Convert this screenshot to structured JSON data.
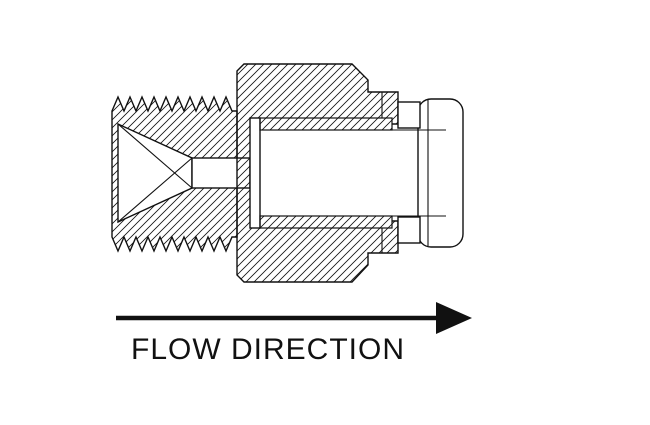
{
  "page": {
    "background": "#ffffff"
  },
  "diagram": {
    "kind": "technical-cross-section-drawing",
    "subject": "threaded-fitting-with-inner-sleeve-and-swivel-nut",
    "line_color": "#111111",
    "hatch_style": "45-degree-diagonal"
  },
  "label": {
    "flow_direction": "FLOW DIRECTION"
  }
}
